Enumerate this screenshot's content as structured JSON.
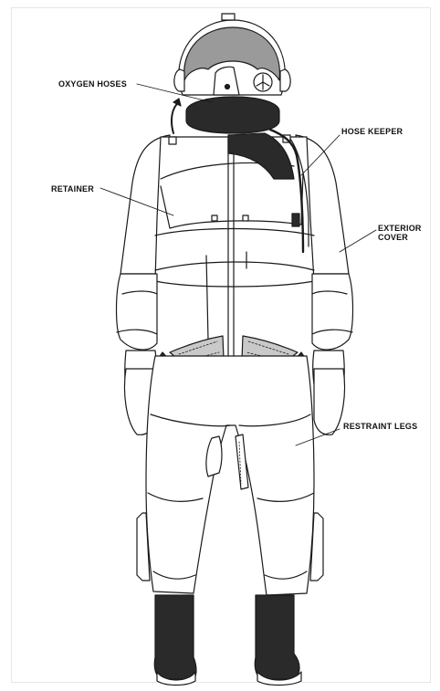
{
  "labels": {
    "oxygen_hoses": "OXYGEN HOSES",
    "hose_keeper": "HOSE KEEPER",
    "retainer": "RETAINER",
    "exterior_cover": "EXTERIOR\nCOVER",
    "restraint_legs": "RESTRAINT LEGS"
  },
  "colors": {
    "ink": "#1a1a1a",
    "dark_fill": "#2a2a2a",
    "shade_fill": "#8a8a8a",
    "panel_fill": "#c9c9c9",
    "helmet_fill": "#9a9a9a"
  }
}
